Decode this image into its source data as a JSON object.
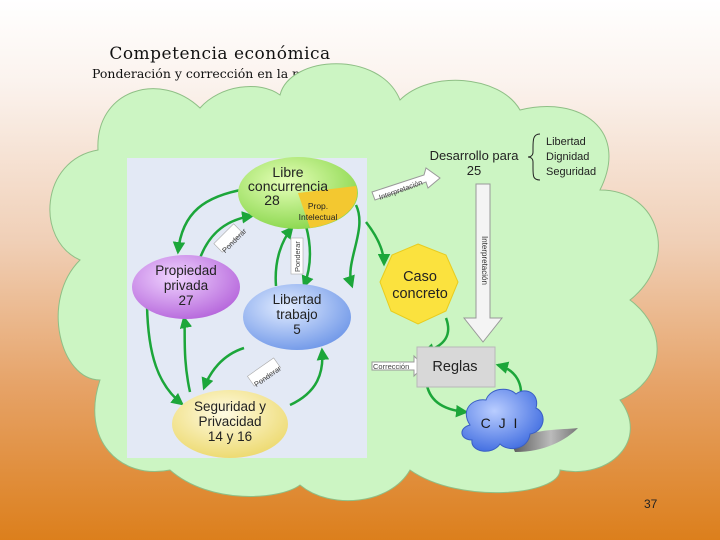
{
  "slide": {
    "title": "Competencia económica",
    "subtitle": "Ponderación y corrección en la práctica",
    "page_number": "37"
  },
  "nodes": {
    "libre": {
      "line1": "Libre",
      "line2": "concurrencia",
      "number": "28",
      "slice1": "Prop.",
      "slice2": "Intelectual"
    },
    "propiedad": {
      "line1": "Propiedad",
      "line2": "privada",
      "number": "27"
    },
    "libertad": {
      "line1": "Libertad",
      "line2": "trabajo",
      "number": "5"
    },
    "seguridad": {
      "line1": "Seguridad y",
      "line2": "Privacidad",
      "line3": "14 y 16"
    },
    "caso": {
      "line1": "Caso",
      "line2": "concreto"
    },
    "reglas": {
      "label": "Reglas"
    },
    "cji": {
      "label": "C J I"
    },
    "desarrollo": {
      "line1": "Desarrollo para",
      "number": "25"
    },
    "values": [
      "Libertad",
      "Dignidad",
      "Seguridad"
    ]
  },
  "edge_labels": {
    "ponderar_left": "Ponderar",
    "ponderar_mid": "Ponderar",
    "ponderar_bottom": "Ponderar",
    "interpretacion_top": "Interpretación",
    "interpretacion_vertical": "Interpretación",
    "correccion": "Corrección"
  },
  "colors": {
    "cloud": "#ccf5c3",
    "cloud_stroke": "#8fbf86",
    "panel": "#e3e9f5",
    "arrow": "#1ca63a",
    "libre_fill": "#a8e86a",
    "prop_intelectual": "#f3c830",
    "propiedad_fill": "#c27ee3",
    "libertad_fill": "#8aaef0",
    "seguridad_fill": "#f1e082",
    "caso_fill": "#fbe23e",
    "cji_fill": "#6f8fe6"
  }
}
